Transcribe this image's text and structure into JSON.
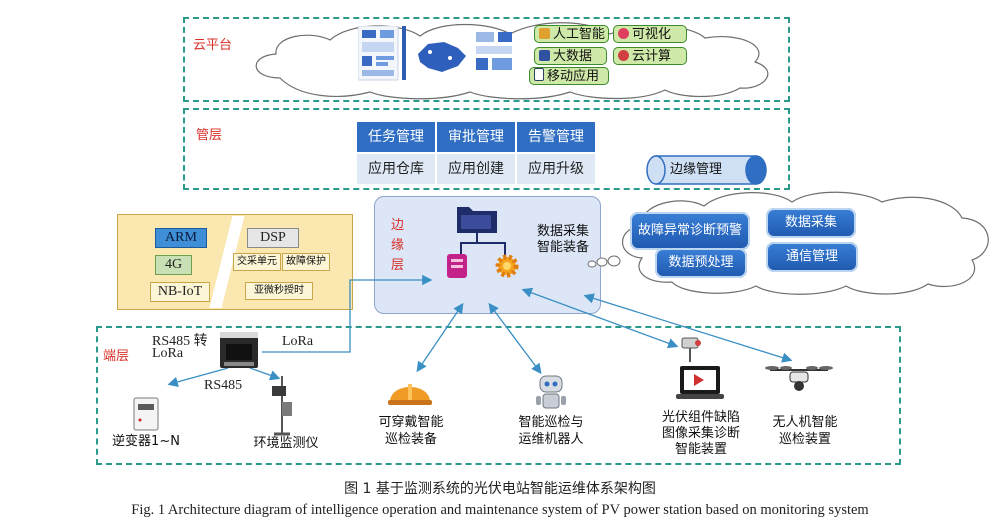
{
  "cloud_layer": {
    "title": "云平台",
    "tags": [
      {
        "label": "人工智能",
        "color": "#e0a030"
      },
      {
        "label": "可视化",
        "color": "#e04060"
      },
      {
        "label": "大数据",
        "color": "#3050a0"
      },
      {
        "label": "云计算",
        "color": "#d04040"
      },
      {
        "label": "移动应用",
        "color": "#304060"
      }
    ]
  },
  "mgmt_layer": {
    "title": "管层",
    "top_row": [
      "任务管理",
      "审批管理",
      "告警管理"
    ],
    "bottom_row": [
      "应用仓库",
      "应用创建",
      "应用升级"
    ],
    "edge_mgmt": "边缘管理"
  },
  "edge_layer": {
    "title_chars": [
      "边",
      "缘",
      "层"
    ],
    "device_label_1": "数据采集",
    "device_label_2": "智能装备",
    "hw_left": [
      "ARM",
      "4G",
      "NB-IoT"
    ],
    "hw_right": [
      "DSP",
      "交采单元",
      "故障保护",
      "亚微秒授时"
    ],
    "cloud_blocks": [
      "故障异常诊断预警",
      "数据采集",
      "数据预处理",
      "通信管理"
    ]
  },
  "terminal_layer": {
    "title": "端层",
    "converter_1": "RS485 转",
    "converter_2": "LoRa",
    "lora": "LoRa",
    "rs485": "RS485",
    "inverter": "逆变器1~N",
    "env_monitor": "环境监测仪",
    "devices": [
      {
        "line1": "可穿戴智能",
        "line2": "巡检装备",
        "line3": ""
      },
      {
        "line1": "智能巡检与",
        "line2": "运维机器人",
        "line3": ""
      },
      {
        "line1": "光伏组件缺陷",
        "line2": "图像采集诊断",
        "line3": "智能装置"
      },
      {
        "line1": "无人机智能",
        "line2": "巡检装置",
        "line3": ""
      }
    ]
  },
  "caption": {
    "zh": "图 1 基于监测系统的光伏电站智能运维体系架构图",
    "en": "Fig. 1 Architecture diagram of intelligence operation and maintenance system of PV power station based on monitoring system"
  },
  "colors": {
    "dashed": "#2a9a8a",
    "title_red": "#d9302a",
    "accent_blue": "#2f6ec2"
  }
}
